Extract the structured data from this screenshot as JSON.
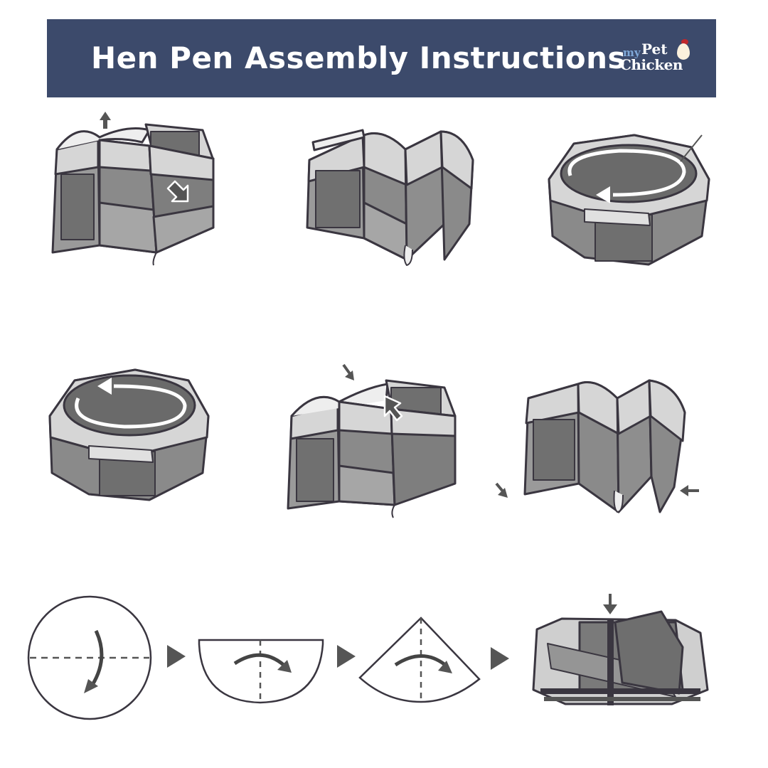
{
  "header": {
    "title": "Hen Pen Assembly Instructions",
    "logo": {
      "my": "my",
      "pet": "Pet",
      "chicken": "Chicken"
    },
    "background_color": "#3c4a6b",
    "title_color": "#ffffff"
  },
  "steps": [
    {
      "id": 1,
      "description": "Pen partially open, pull top edge up and push side panel inward",
      "icons": [
        "arrow-up-icon",
        "arrow-down-right-icon"
      ]
    },
    {
      "id": 2,
      "description": "Pen folded zig-zag accordion style",
      "icons": []
    },
    {
      "id": 3,
      "description": "Pen fully opened octagon, rotate frame clockwise",
      "icons": [
        "circular-arrow-icon"
      ]
    },
    {
      "id": 4,
      "description": "Pen fully opened octagon, rotate frame counter-clockwise",
      "icons": [
        "circular-arrow-icon"
      ]
    },
    {
      "id": 5,
      "description": "Push top edge down and side panel inward",
      "icons": [
        "arrow-down-icon",
        "arrow-up-left-icon"
      ]
    },
    {
      "id": 6,
      "description": "Compress folded panels from both sides",
      "icons": [
        "arrow-down-left-icon",
        "arrow-left-icon"
      ]
    }
  ],
  "fold_sequence": [
    {
      "shape": "circle",
      "description": "Fold circle in half along dashed line"
    },
    {
      "shape": "half-circle",
      "description": "Fold half circle in half along dashed line"
    },
    {
      "shape": "quarter-circle",
      "description": "Fold quarter circle into final shape"
    },
    {
      "shape": "folded-pen",
      "description": "Flattened folded pen secured with strap"
    }
  ],
  "colors": {
    "panel_light": "#d6d6d6",
    "panel_mid": "#8e8e8e",
    "panel_dark": "#6f6f6f",
    "outline": "#3a3640",
    "arrow": "#555555"
  }
}
